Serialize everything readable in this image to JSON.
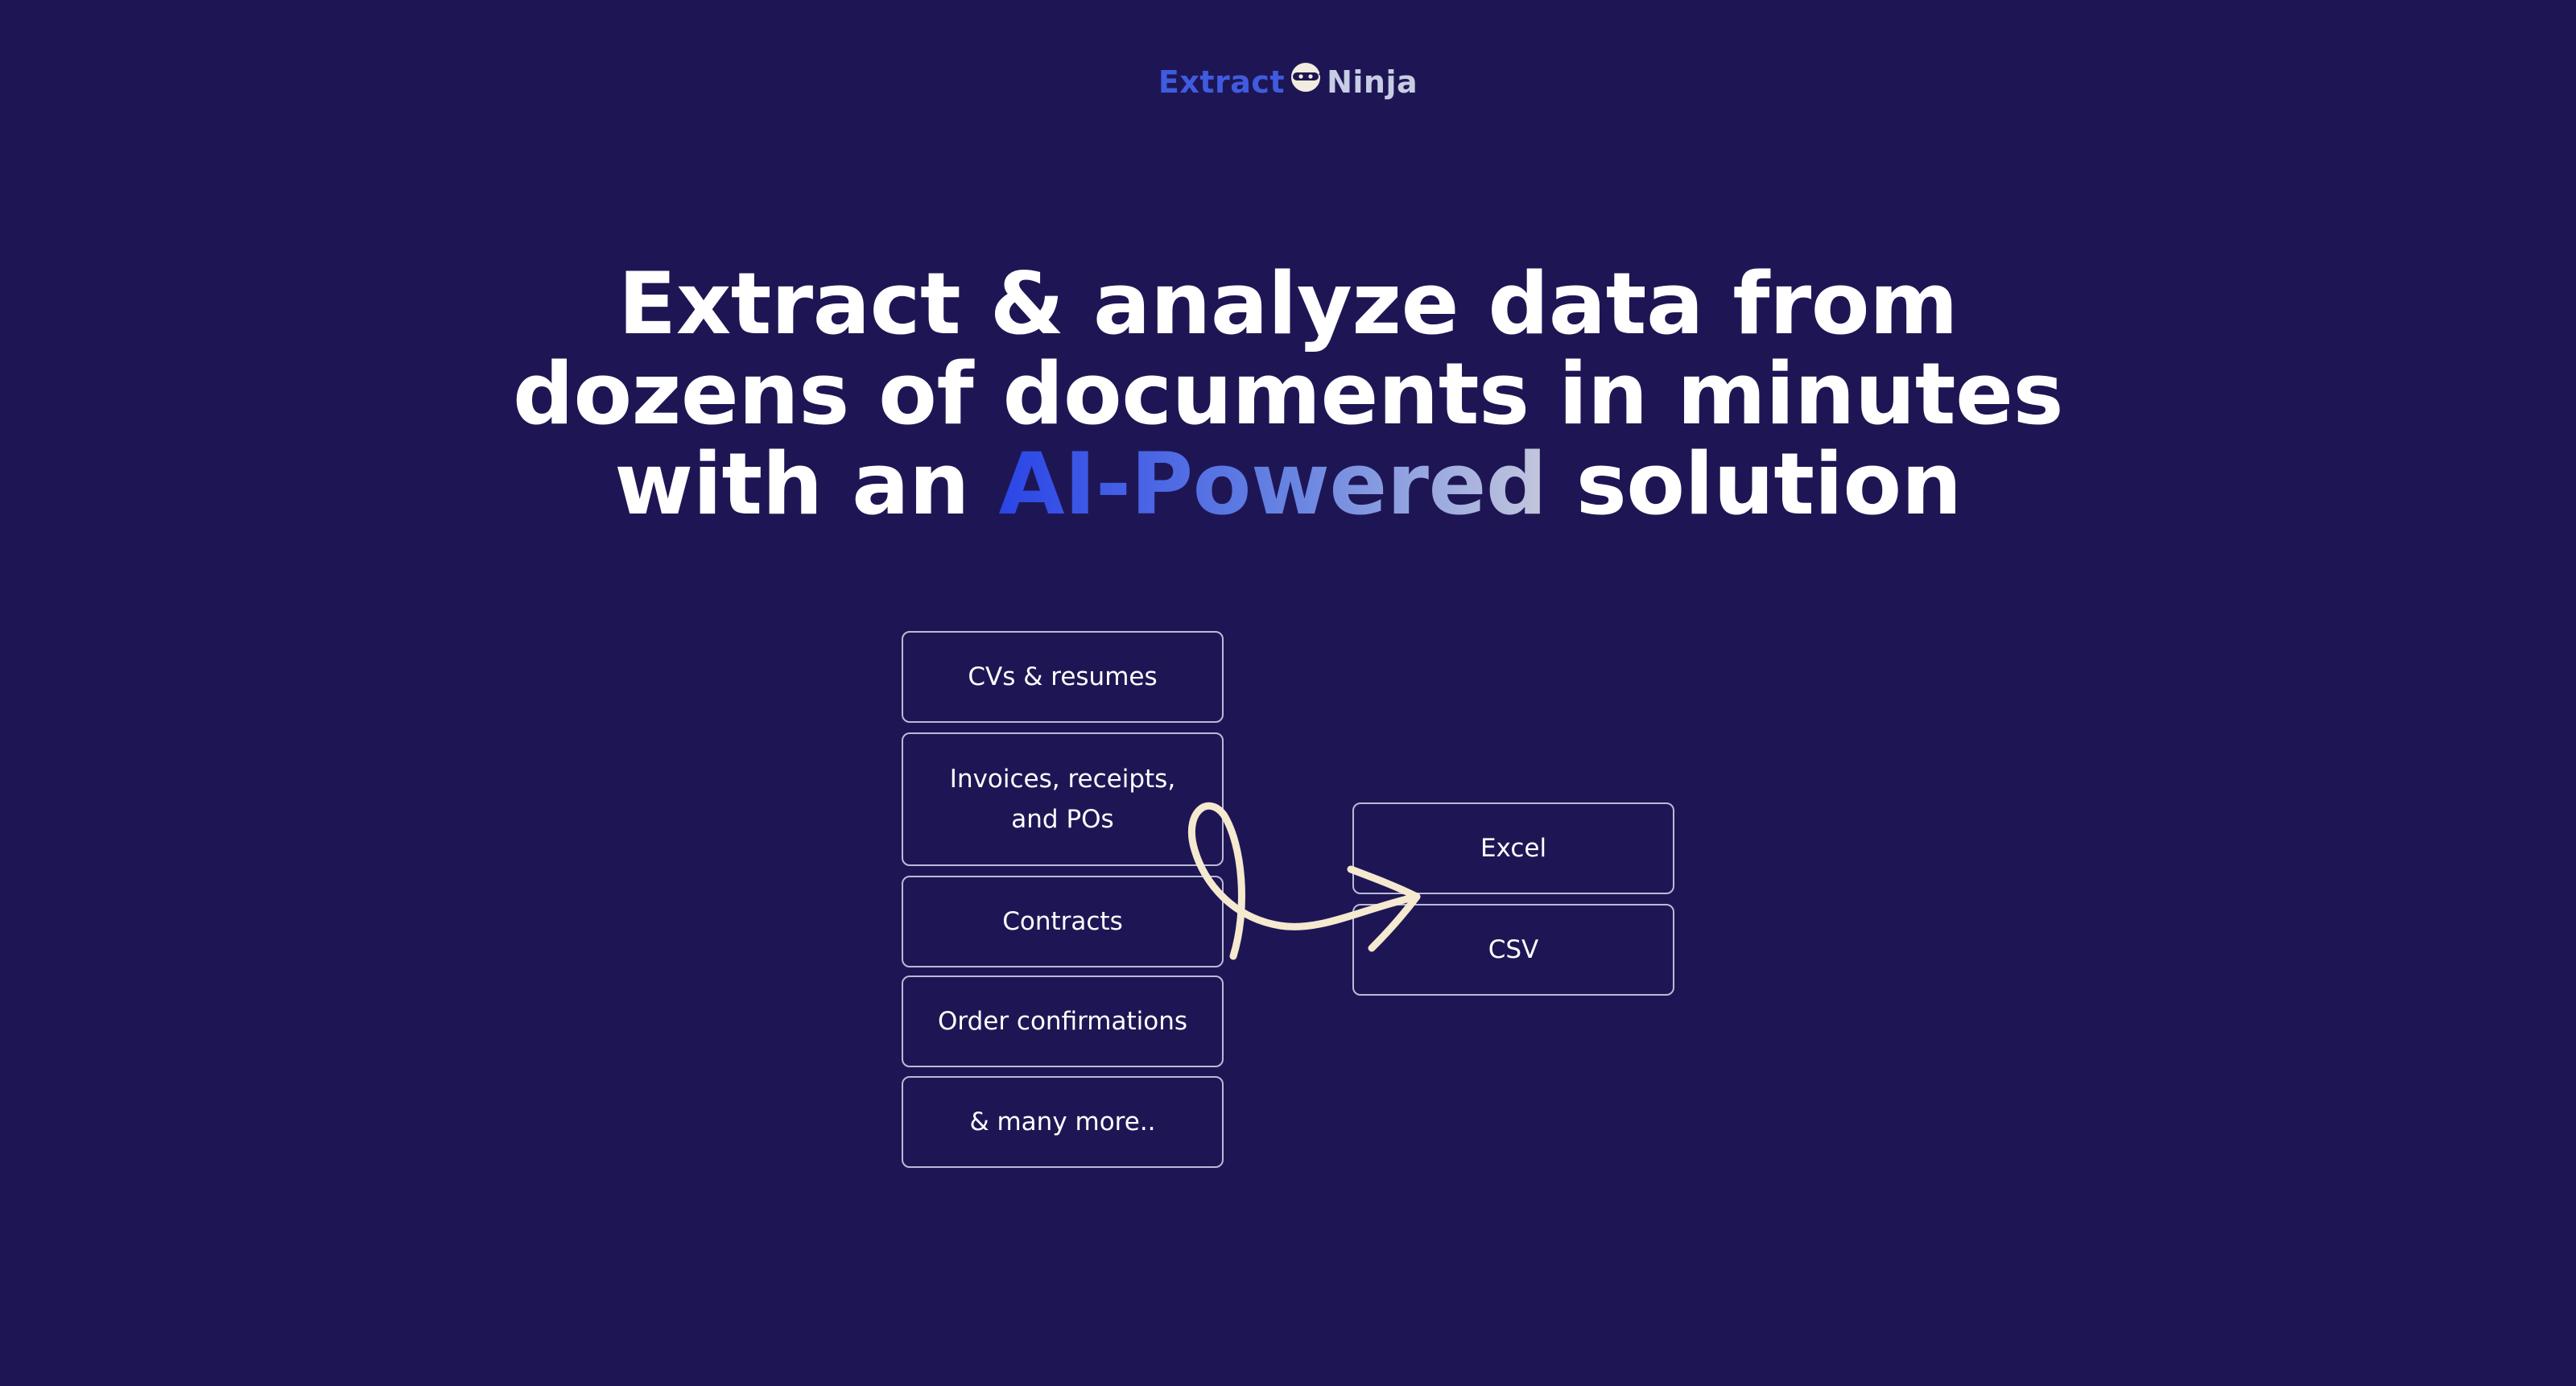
{
  "brand": {
    "name_part1": "Extract",
    "name_part2": "Ninja",
    "icon": "ninja-icon"
  },
  "headline": {
    "line1": "Extract & analyze data from",
    "line2": "dozens of documents in minutes",
    "line3_prefix": "with an ",
    "line3_highlight": "AI-Powered",
    "line3_suffix": " solution"
  },
  "inputs": [
    {
      "label": "CVs & resumes"
    },
    {
      "label": "Invoices, receipts,",
      "label2": "and POs"
    },
    {
      "label": "Contracts"
    },
    {
      "label": "Order confirmations"
    },
    {
      "label": "& many more.."
    }
  ],
  "outputs": [
    {
      "label": "Excel"
    },
    {
      "label": "CSV"
    }
  ],
  "colors": {
    "background": "#1e1654",
    "brand_blue": "#3f5be0",
    "arrow": "#f5e9cf"
  }
}
